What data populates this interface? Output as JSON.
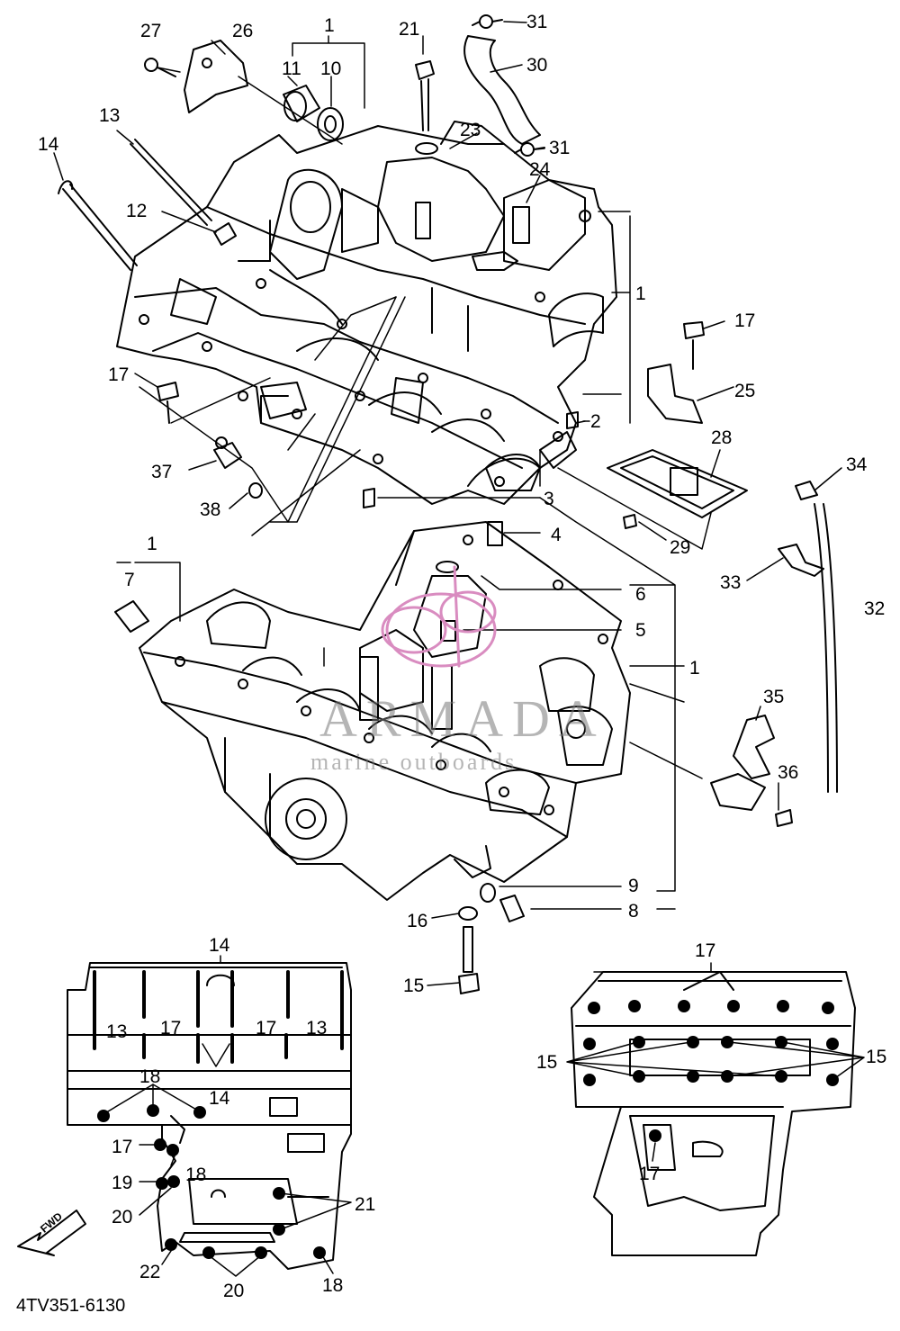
{
  "diagram_code": "4TV351-6130",
  "fwd_label": "FWD",
  "watermark": {
    "word": "ARMADA",
    "subtitle": "marine outboards"
  },
  "callouts": {
    "c27": "27",
    "c26": "26",
    "c1_top": "1",
    "c11": "11",
    "c10": "10",
    "c21_top": "21",
    "c31_top": "31",
    "c30": "30",
    "c23": "23",
    "c31_mid": "31",
    "c13_top": "13",
    "c14_top": "14",
    "c24": "24",
    "c12": "12",
    "c1_right": "1",
    "c17_right": "17",
    "c17_left": "17",
    "c25": "25",
    "c2": "2",
    "c28": "28",
    "c37": "37",
    "c34": "34",
    "c3": "3",
    "c38": "38",
    "c4": "4",
    "c29": "29",
    "c1_lower": "1",
    "c33": "33",
    "c32": "32",
    "c6": "6",
    "c7": "7",
    "c5": "5",
    "c1_mid": "1",
    "c35": "35",
    "c36": "36",
    "c9": "9",
    "c8": "8",
    "c16": "16",
    "c15_mid": "15",
    "c14_inset": "14",
    "c17_inset_r": "17",
    "c13_inset_l": "13",
    "c17_inset_a": "17",
    "c17_inset_b": "17",
    "c13_inset_r": "13",
    "c18_inset": "18",
    "c14_inset_b": "14",
    "c17_inset_l": "17",
    "c18_inset_b": "18",
    "c19": "19",
    "c20_a": "20",
    "c21_inset": "21",
    "c22": "22",
    "c20_b": "20",
    "c18_inset_c": "18",
    "c15_left": "15",
    "c15_right": "15",
    "c17_inset_c": "17"
  }
}
